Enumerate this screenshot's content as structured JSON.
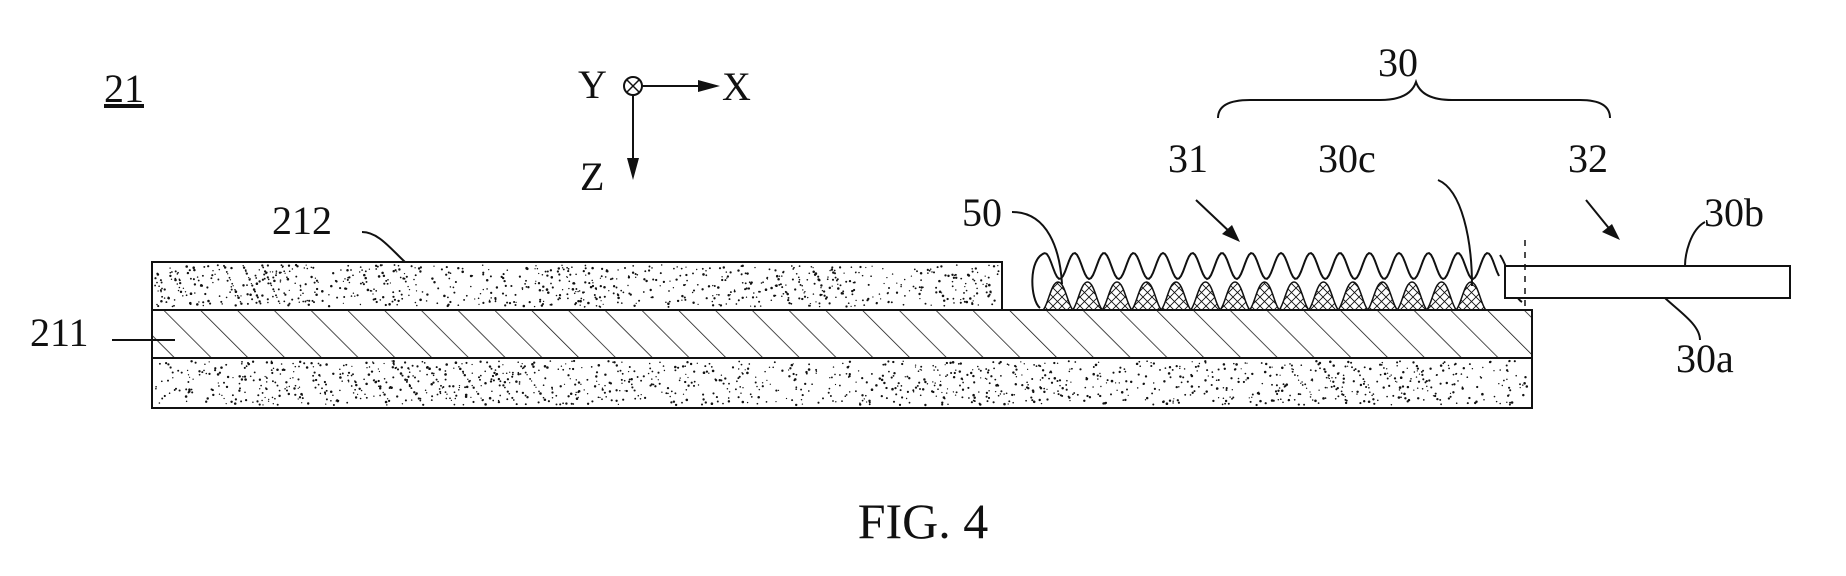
{
  "figure": {
    "caption": "FIG. 4",
    "labels": {
      "ref_21": "21",
      "ref_30": "30",
      "ref_31": "31",
      "ref_32": "32",
      "ref_30c": "30c",
      "ref_30b": "30b",
      "ref_30a": "30a",
      "ref_50": "50",
      "ref_212": "212",
      "ref_211": "211"
    },
    "axes": {
      "y": "Y",
      "x": "X",
      "z": "Z"
    }
  },
  "colors": {
    "ink": "#111111",
    "background": "#ffffff"
  }
}
